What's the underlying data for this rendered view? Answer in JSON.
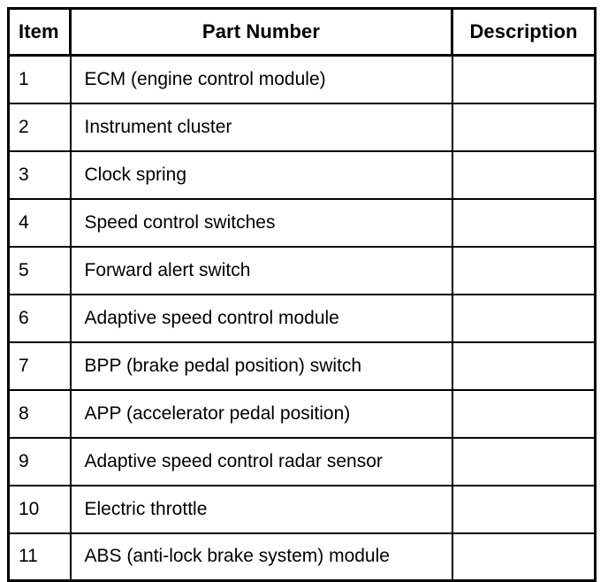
{
  "table": {
    "columns": [
      {
        "key": "item",
        "label": "Item",
        "align": "left"
      },
      {
        "key": "part_number",
        "label": "Part Number",
        "align": "center"
      },
      {
        "key": "description",
        "label": "Description",
        "align": "center"
      }
    ],
    "rows": [
      {
        "item": "1",
        "part_number": "ECM (engine control module)",
        "description": ""
      },
      {
        "item": "2",
        "part_number": "Instrument cluster",
        "description": ""
      },
      {
        "item": "3",
        "part_number": "Clock spring",
        "description": ""
      },
      {
        "item": "4",
        "part_number": "Speed control switches",
        "description": ""
      },
      {
        "item": "5",
        "part_number": "Forward alert switch",
        "description": ""
      },
      {
        "item": "6",
        "part_number": "Adaptive speed control module",
        "description": ""
      },
      {
        "item": "7",
        "part_number": "BPP (brake pedal position) switch",
        "description": ""
      },
      {
        "item": "8",
        "part_number": "APP (accelerator pedal position)",
        "description": ""
      },
      {
        "item": "9",
        "part_number": "Adaptive speed control radar sensor",
        "description": ""
      },
      {
        "item": "10",
        "part_number": "Electric throttle",
        "description": ""
      },
      {
        "item": "11",
        "part_number": "ABS (anti-lock brake system) module",
        "description": ""
      }
    ]
  },
  "colors": {
    "border": "#000000",
    "text": "#000000",
    "background": "#ffffff"
  }
}
